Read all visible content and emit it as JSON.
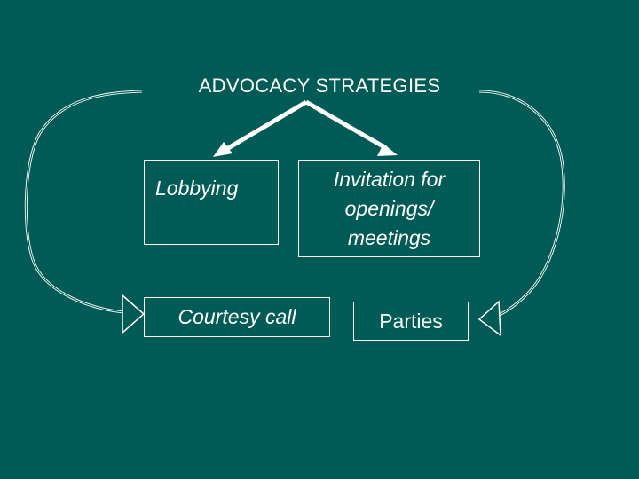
{
  "title": "ADVOCACY STRATEGIES",
  "boxes": {
    "lobbying": "Lobbying",
    "invitation": "Invitation for openings/ meetings",
    "courtesy": "Courtesy call",
    "parties": "Parties"
  },
  "colors": {
    "background": "#005a55",
    "foreground": "#ffffff"
  }
}
